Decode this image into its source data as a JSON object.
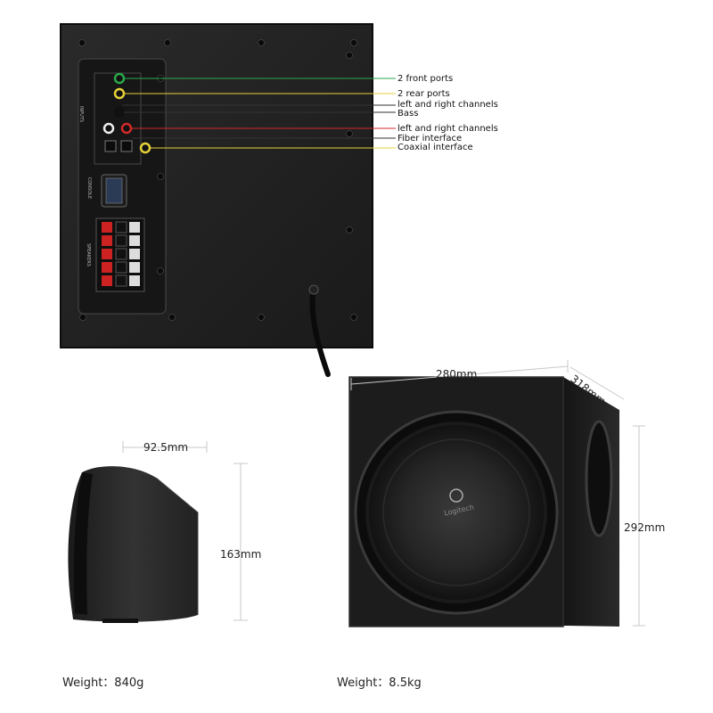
{
  "rear_panel": {
    "callouts": [
      {
        "text": "2 front ports",
        "color": "#2aa84a"
      },
      {
        "text": "2 rear ports",
        "color": "#e6d23a"
      },
      {
        "text": "left and right channels",
        "color": "#222222"
      },
      {
        "text": "Bass",
        "color": "#222222"
      },
      {
        "text": "left and right channels",
        "color": "#d42a2a"
      },
      {
        "text": "Fiber interface",
        "color": "#222222"
      },
      {
        "text": "Coaxial interface",
        "color": "#e6d23a"
      }
    ],
    "panel_labels": {
      "inputs": "INPUTS",
      "console": "CONSOLE",
      "speakers": "SPEAKERS"
    }
  },
  "satellite": {
    "width": "92.5mm",
    "height": "163mm",
    "weight_label": "Weight：",
    "weight_value": "840g"
  },
  "subwoofer": {
    "width": "280mm",
    "depth": "318mm",
    "height": "292mm",
    "weight_label": "Weight：",
    "weight_value": "8.5kg",
    "logo_text": "Logitech"
  }
}
